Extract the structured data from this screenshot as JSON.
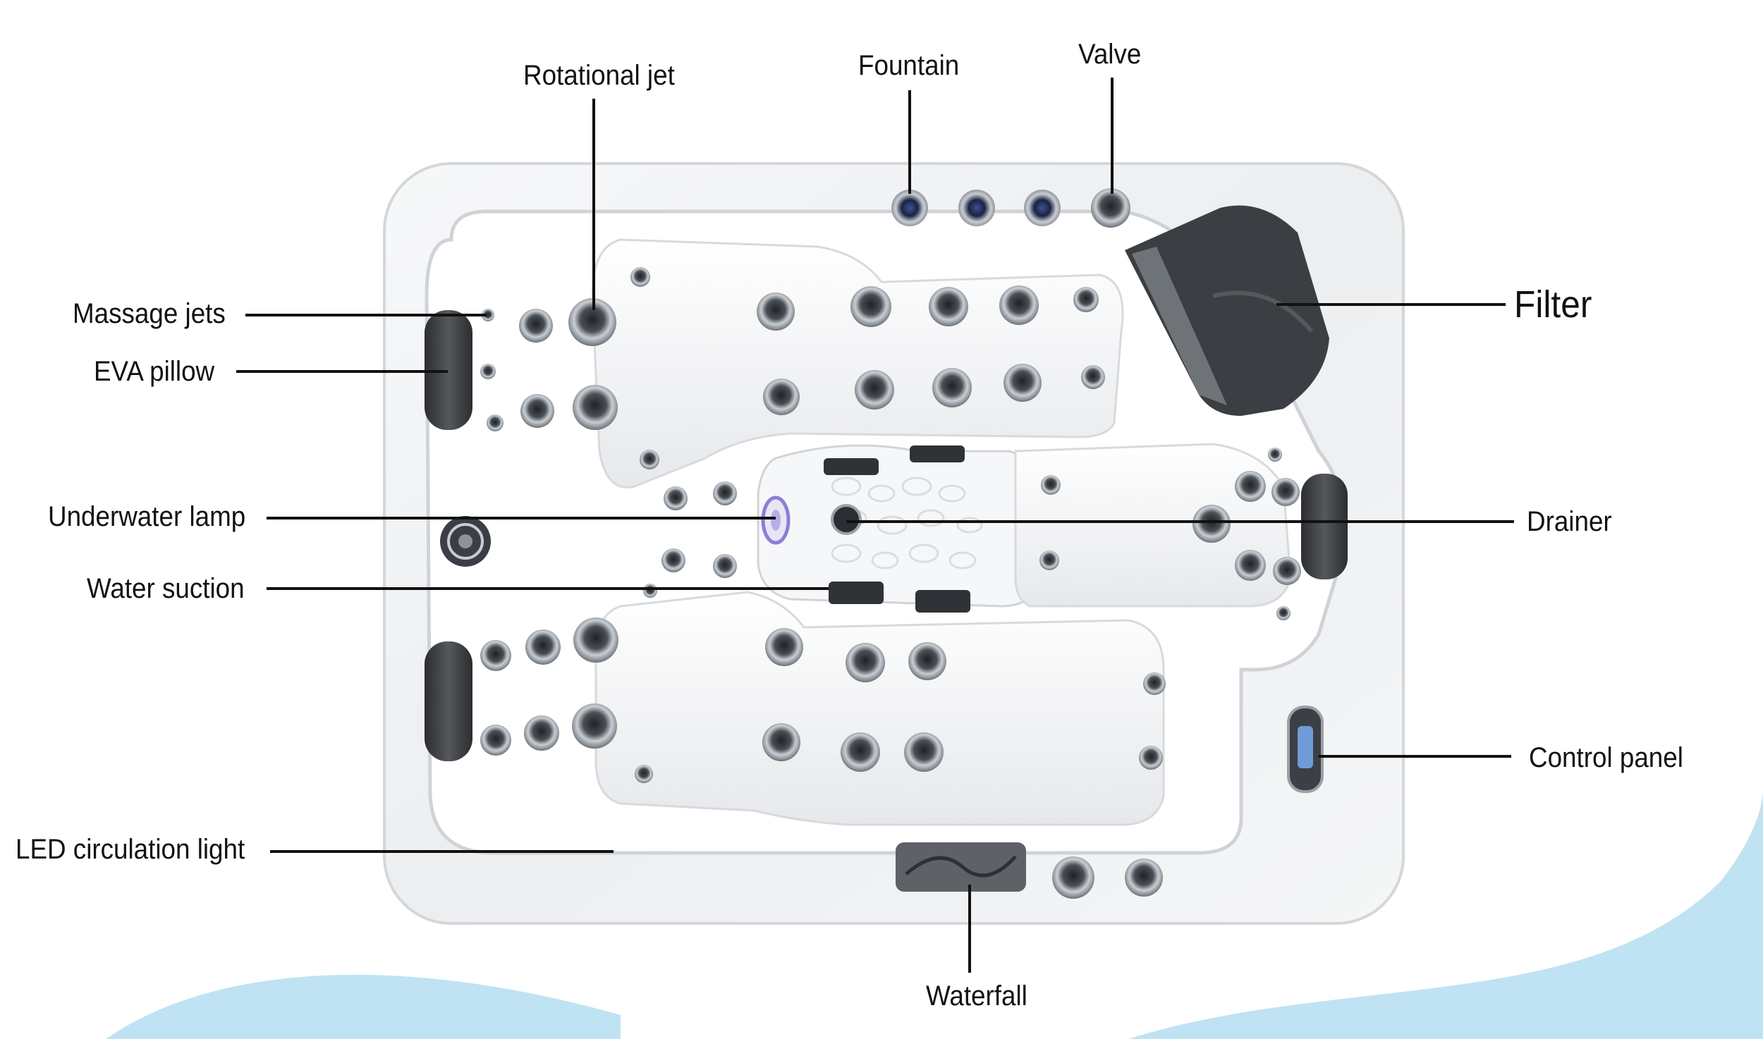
{
  "labels": {
    "rotational_jet": "Rotational jet",
    "fountain": "Fountain",
    "valve": "Valve",
    "massage_jets": "Massage jets",
    "eva_pillow": "EVA pillow",
    "filter": "Filter",
    "underwater_lamp": "Underwater lamp",
    "drainer": "Drainer",
    "water_suction": "Water suction",
    "control_panel": "Control panel",
    "led_circulation_light": "LED circulation light",
    "waterfall": "Waterfall"
  },
  "colors": {
    "background": "#ffffff",
    "shell": "#f2f3f4",
    "shell_shadow": "#d9dcdf",
    "pillow": "#3a3c3f",
    "jet_ring": "#8e949a",
    "jet_core": "#2b2e32",
    "lamp_accent": "#8a7fd6",
    "wave": "#bfe3f3",
    "leader_line": "#111111"
  }
}
